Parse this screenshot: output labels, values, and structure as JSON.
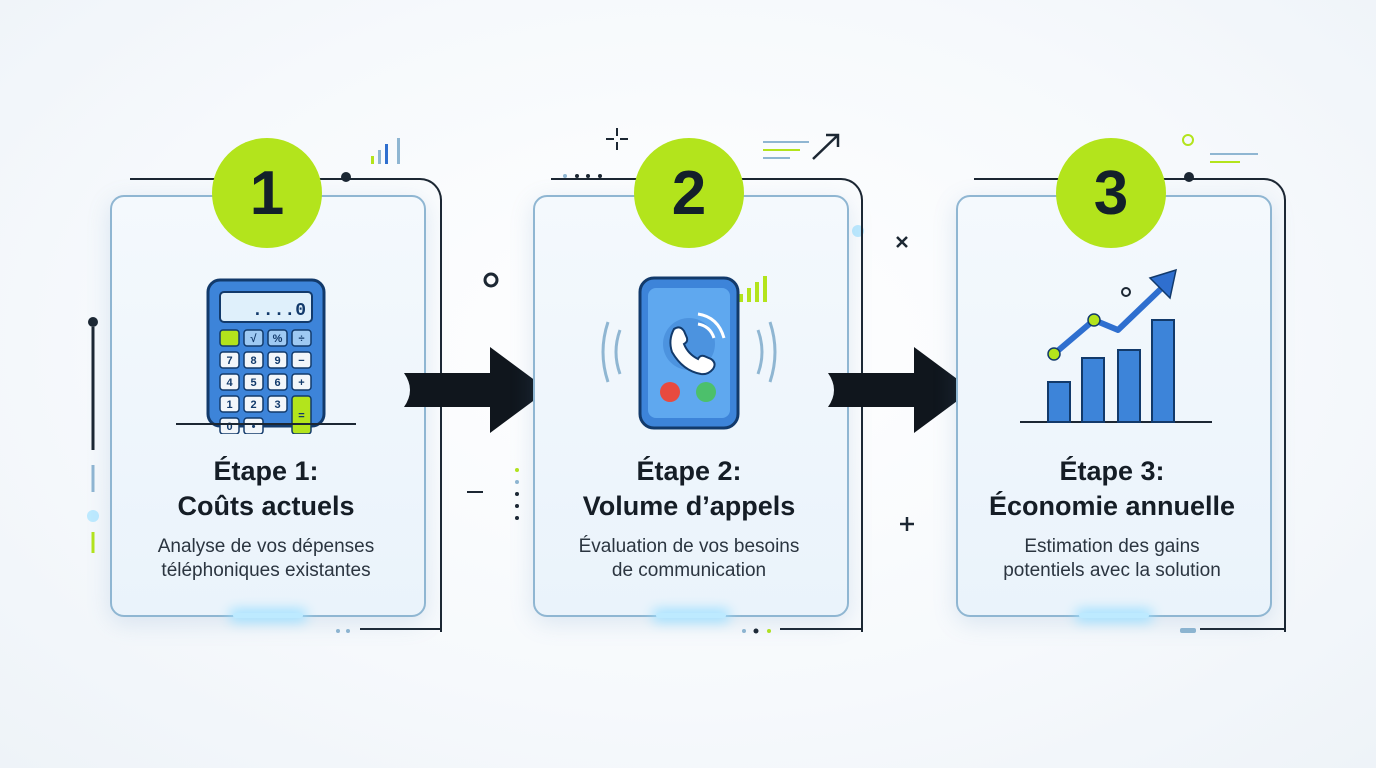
{
  "steps": [
    {
      "number": "1",
      "title": "Étape 1:",
      "subtitle": "Coûts actuels",
      "desc_line1": "Analyse de vos dépenses",
      "desc_line2": "téléphoniques existantes",
      "icon": "calculator-icon"
    },
    {
      "number": "2",
      "title": "Étape 2:",
      "subtitle": "Volume d’appels",
      "desc_line1": "Évaluation de vos besoins",
      "desc_line2": "de communication",
      "icon": "smartphone-call-icon"
    },
    {
      "number": "3",
      "title": "Étape 3:",
      "subtitle": "Économie annuelle",
      "desc_line1": "Estimation des gains",
      "desc_line2": "potentiels avec la solution",
      "icon": "growth-chart-icon"
    }
  ],
  "calculator": {
    "display": "....0",
    "keys": [
      "",
      "√",
      "%",
      "÷",
      "7",
      "8",
      "9",
      "−",
      "4",
      "5",
      "6",
      "+",
      "1",
      "2",
      "3",
      "=",
      "0",
      "•",
      ""
    ]
  },
  "colors": {
    "accent_green": "#b3e41c",
    "card_border": "#8fb6d2",
    "icon_blue": "#2f6fcf",
    "dark": "#151d26"
  }
}
